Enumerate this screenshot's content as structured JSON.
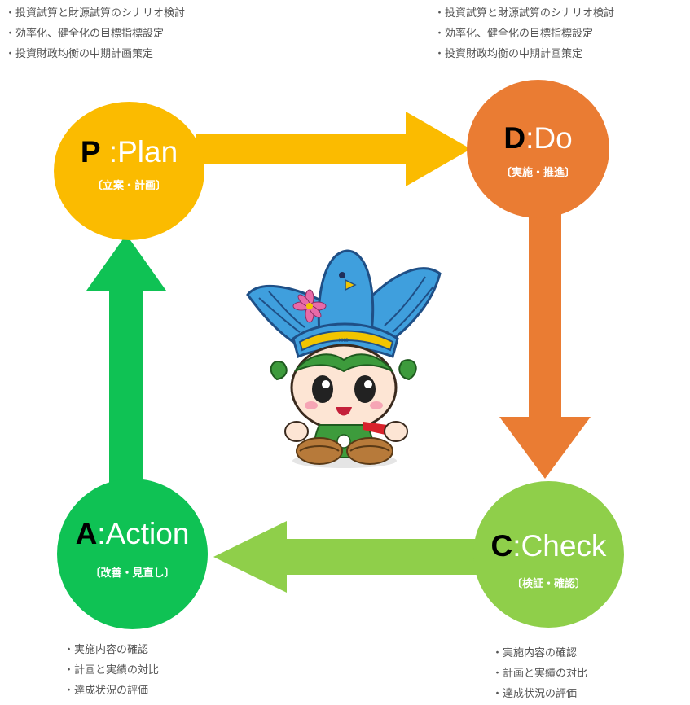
{
  "plan": {
    "letter": "P",
    "title_rest": " :Plan",
    "subtitle": "〔立案・計画〕",
    "notes": [
      "投資試算と財源試算のシナリオ検討",
      "効率化、健全化の目標指標設定",
      "投資財政均衡の中期計画策定"
    ],
    "color": "#fbbb00"
  },
  "do": {
    "letter": "D",
    "title_rest": ":Do",
    "subtitle": "〔実施・推進〕",
    "notes": [
      "投資試算と財源試算のシナリオ検討",
      "効率化、健全化の目標指標設定",
      "投資財政均衡の中期計画策定"
    ],
    "color": "#ea7c33"
  },
  "check": {
    "letter": "C",
    "title_rest": ":Check",
    "subtitle": "〔検証・確認〕",
    "notes": [
      "実施内容の確認",
      "計画と実績の対比",
      "達成状況の評価"
    ],
    "color": "#8fcf4a"
  },
  "action": {
    "letter": "A",
    "title_rest": ":Action",
    "subtitle": "〔改善・見直し〕",
    "notes": [
      "実施内容の確認",
      "計画と実績の対比",
      "達成状況の評価"
    ],
    "color": "#0fc254"
  },
  "mascot": {
    "hat_label": "KIIO",
    "icon": "bird-hat-mascot-icon"
  }
}
